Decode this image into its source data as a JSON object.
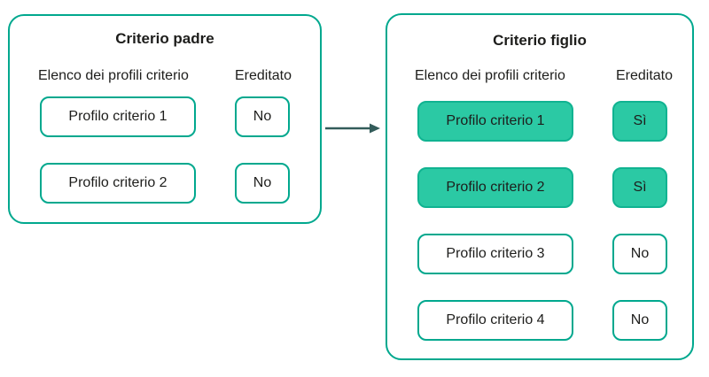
{
  "diagram": {
    "colors": {
      "accent": "#00a88e",
      "highlight": "#2bc9a4",
      "highlight_border": "#10b391",
      "arrow": "#335c5a",
      "text": "#1d1d1b"
    },
    "arrow_icon": "right-arrow",
    "parent": {
      "title": "Criterio padre",
      "columns": {
        "profiles": "Elenco dei profili criterio",
        "inherited": "Ereditato"
      },
      "rows": [
        {
          "profile": "Profilo criterio 1",
          "inherited": "No",
          "highlighted": false
        },
        {
          "profile": "Profilo criterio 2",
          "inherited": "No",
          "highlighted": false
        }
      ]
    },
    "child": {
      "title": "Criterio figlio",
      "columns": {
        "profiles": "Elenco dei profili criterio",
        "inherited": "Ereditato"
      },
      "rows": [
        {
          "profile": "Profilo criterio 1",
          "inherited": "Sì",
          "highlighted": true
        },
        {
          "profile": "Profilo criterio 2",
          "inherited": "Sì",
          "highlighted": true
        },
        {
          "profile": "Profilo criterio 3",
          "inherited": "No",
          "highlighted": false
        },
        {
          "profile": "Profilo criterio 4",
          "inherited": "No",
          "highlighted": false
        }
      ]
    }
  }
}
